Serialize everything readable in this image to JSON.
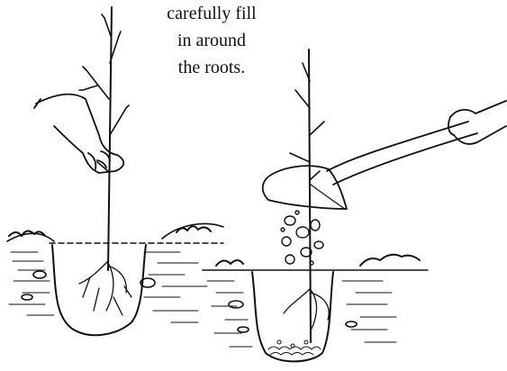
{
  "caption": {
    "lines": [
      "carefully fill",
      "in around",
      "the roots."
    ]
  },
  "colors": {
    "ink": "#111111",
    "background": "#ffffff"
  }
}
